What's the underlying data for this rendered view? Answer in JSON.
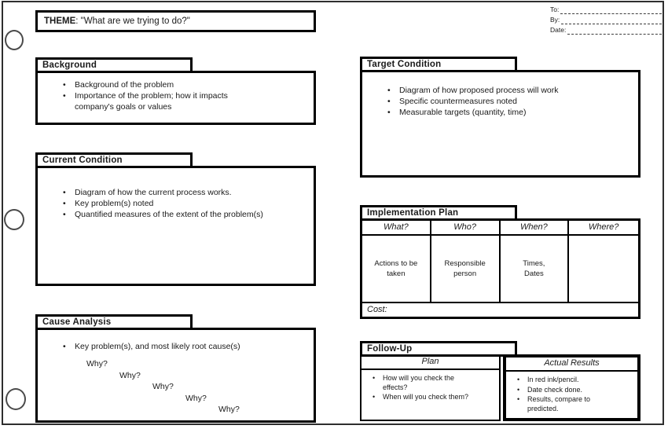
{
  "theme": {
    "label": "THEME",
    "text": ": \"What are we trying to do?\""
  },
  "routing": {
    "to_label": "To:",
    "by_label": "By:",
    "date_label": "Date:"
  },
  "sections": {
    "background": {
      "title": "Background",
      "bullets": [
        "Background of the problem",
        "Importance of the problem; how it impacts company's goals or values"
      ]
    },
    "current_condition": {
      "title": "Current Condition",
      "bullets": [
        "Diagram of how the current process works.",
        "Key problem(s) noted",
        "Quantified measures of the extent of the problem(s)"
      ]
    },
    "cause_analysis": {
      "title": "Cause Analysis",
      "bullets": [
        "Key problem(s), and most likely root cause(s)"
      ],
      "whys": [
        "Why?",
        "Why?",
        "Why?",
        "Why?",
        "Why?"
      ]
    },
    "target_condition": {
      "title": "Target Condition",
      "bullets": [
        "Diagram of how proposed process will work",
        "Specific countermeasures noted",
        "Measurable targets (quantity, time)"
      ]
    },
    "implementation_plan": {
      "title": "Implementation Plan",
      "columns": [
        "What?",
        "Who?",
        "When?",
        "Where?"
      ],
      "cells": [
        "Actions to be\ntaken",
        "Responsible\nperson",
        "Times,\nDates",
        ""
      ],
      "cost_label": "Cost:"
    },
    "follow_up": {
      "title": "Follow-Up",
      "plan": {
        "header": "Plan",
        "bullets": [
          "How will you check the effects?",
          "When will you check them?"
        ]
      },
      "actual_results": {
        "header": "Actual Results",
        "bullets": [
          "In red ink/pencil.",
          "Date check done.",
          "Results, compare to predicted."
        ]
      }
    }
  }
}
